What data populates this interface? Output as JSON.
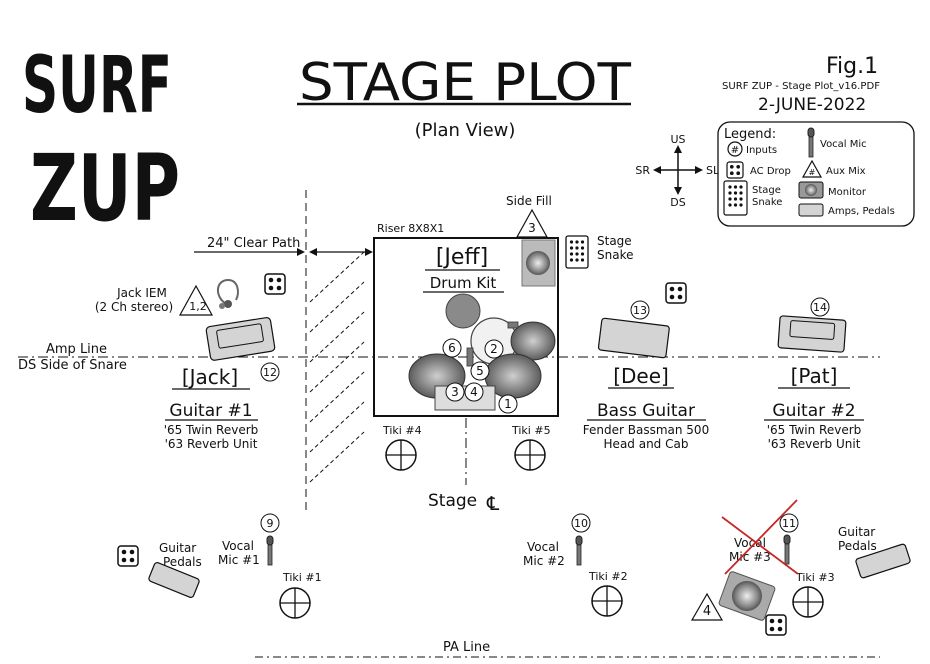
{
  "logo": {
    "line1": "SURF",
    "line2": "ZUP"
  },
  "title": "STAGE PLOT",
  "subtitle": "(Plan View)",
  "figure": {
    "label": "Fig.1",
    "file": "SURF ZUP - Stage Plot_v16.PDF",
    "date": "2-JUNE-2022"
  },
  "compass": {
    "us": "US",
    "ds": "DS",
    "sr": "SR",
    "sl": "SL"
  },
  "legend": {
    "title": "Legend:",
    "inputs_symbol": "#",
    "inputs": "Inputs",
    "vocal_mic": "Vocal Mic",
    "ac_drop": "AC Drop",
    "aux_symbol": "#",
    "aux_mix": "Aux Mix",
    "stage_snake_1": "Stage",
    "stage_snake_2": "Snake",
    "monitor": "Monitor",
    "amps_pedals": "Amps, Pedals"
  },
  "clear_path": "24\" Clear Path",
  "riser": "Riser 8X8X1",
  "side_fill": {
    "label": "Side Fill",
    "num": "3"
  },
  "stage_snake": {
    "line1": "Stage",
    "line2": "Snake"
  },
  "drummer": {
    "name": "[Jeff]",
    "instrument": "Drum Kit"
  },
  "drum_inputs": [
    "1",
    "2",
    "3",
    "4",
    "5",
    "6"
  ],
  "jack_iem": {
    "line1": "Jack IEM",
    "line2": "(2 Ch stereo)",
    "num": "1,2"
  },
  "amp_line": {
    "line1": "Amp Line",
    "line2": "DS Side of Snare"
  },
  "jack": {
    "name": "[Jack]",
    "num": "12",
    "role": "Guitar #1",
    "gear1": "'65 Twin Reverb",
    "gear2": "'63 Reverb Unit"
  },
  "dee": {
    "name": "[Dee]",
    "num": "13",
    "role": "Bass Guitar",
    "gear1": "Fender Bassman 500",
    "gear2": "Head and Cab"
  },
  "pat": {
    "name": "[Pat]",
    "num": "14",
    "role": "Guitar #2",
    "gear1": "'65 Twin Reverb",
    "gear2": "'63 Reverb Unit"
  },
  "tikis": {
    "t1": "Tiki #1",
    "t2": "Tiki #2",
    "t3": "Tiki #3",
    "t4": "Tiki #4",
    "t5": "Tiki #5"
  },
  "stage_cl": "Stage",
  "stage_cl_symbol": "℄",
  "mic1": {
    "line1": "Vocal",
    "line2": "Mic #1",
    "num": "9"
  },
  "mic2": {
    "line1": "Vocal",
    "line2": "Mic #2",
    "num": "10"
  },
  "mic3": {
    "line1": "Vocal",
    "line2": "Mic #3",
    "num": "11"
  },
  "pedals_left": {
    "line1": "Guitar",
    "line2": "Pedals"
  },
  "pedals_right": {
    "line1": "Guitar",
    "line2": "Pedals"
  },
  "monitor_num": "4",
  "pa_line": "PA Line",
  "colors": {
    "ink": "#111111",
    "cross": "#c62828",
    "amp_fill": "#d4d4d4",
    "drum_fill": "#8a8a8a",
    "kick_fill": "#999999",
    "cymbal_fill": "#6e6e6e"
  }
}
